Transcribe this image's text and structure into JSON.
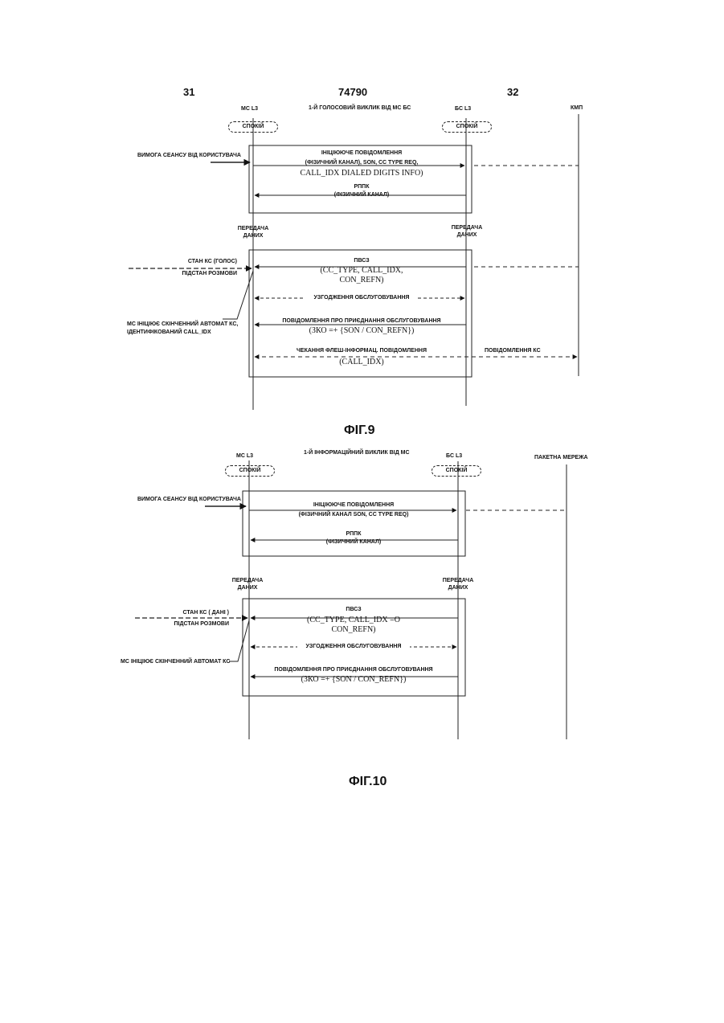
{
  "header": {
    "left_page": "31",
    "patent_number": "74790",
    "right_page": "32"
  },
  "fig9": {
    "title": "1-Й ГОЛОСОВИЙ ВИКЛИК ВІД МС БС",
    "caption": "ФІГ.9",
    "ms_label": "МС L3",
    "bs_label": "БС L3",
    "kmp_label": "КМП",
    "idle": "СПОКІЙ",
    "data_state_1": "ПЕРЕДАЧА",
    "data_state_2": "ДАНИХ",
    "user_request": "ВИМОГА СЕАНСУ ВІД КОРИСТУВАЧА",
    "origination_title": "ІНІЦІЮЮЧЕ ПОВІДОМЛЕННЯ",
    "origination_line1": "(ФІЗИЧНИЙ КАНАЛ), SON, CC TYPE REQ,",
    "origination_line2": "CALL_IDX DIALED DIGITS INFO)",
    "ack_title": "РППК",
    "ack_channel": "(ФІЗИЧНИЙ КАНАЛ)",
    "ms_state": "СТАН КС (ГОЛОС)",
    "ms_substate": "ПІДСТАН РОЗМОВИ",
    "assign_title": "ПВСЗ",
    "assign_line1": "(CC_TYPE, CALL_IDX,",
    "assign_line2": "CON_REFN)",
    "negotiation": "УЗГОДЖЕННЯ ОБСЛУГОВУВАННЯ",
    "connect_title": "ПОВІДОМЛЕННЯ ПРО ПРИЄДНАННЯ ОБСЛУГОВУВАННЯ",
    "connect_params": "(ЗКО =+ {SON / CON_REFN})",
    "ms_init_1": "МС ІНІЦІЮЄ СКІНЧЕННИЙ АВТОМАТ КС,",
    "ms_init_2": "ІДЕНТИФІКОВАНИЙ CALL_IDX",
    "flash_title": "ЧЕКАННЯ ФЛЕШ-ІНФОРМАЦ. ПОВІДОМЛЕННЯ",
    "flash_params": "(CALL_IDX)",
    "kc_message": "ПОВІДОМЛЕННЯ КС"
  },
  "fig10": {
    "title": "1-Й ІНФОРМАЦІЙНИЙ ВИКЛИК ВІД МС",
    "caption": "ФІГ.10",
    "ms_label": "МС L3",
    "bs_label": "БС L3",
    "packet_label": "ПАКЕТНА МЕРЕЖА",
    "idle": "СПОКІЙ",
    "data_state_1": "ПЕРЕДАЧА",
    "data_state_2": "ДАНИХ",
    "user_request": "ВИМОГА СЕАНСУ ВІД КОРИСТУВАЧА",
    "origination_title": "ІНІЦІЮЮЧЕ ПОВІДОМЛЕННЯ",
    "origination_line1": "(ФІЗИЧНИЙ КАНАЛ SON, CC TYPE REQ)",
    "ack_title": "РППК",
    "ack_channel": "(ФІЗИЧНИЙ КАНАЛ)",
    "ms_state": "СТАН КС ( ДАНІ )",
    "ms_substate": "ПІДСТАН РОЗМОВИ",
    "assign_title": "ПВСЗ",
    "assign_line1": "(CC_TYPE, CALL_IDX =O",
    "assign_line2": "CON_REFN)",
    "negotiation": "УЗГОДЖЕННЯ ОБСЛУГОВУВАННЯ",
    "ms_init": "МС ІНІЦІЮЄ СКІНЧЕННИЙ АВТОМАТ КС",
    "connect_title": "ПОВІДОМЛЕННЯ ПРО ПРИЄДНАННЯ ОБСЛУГОВУВАННЯ",
    "connect_params": "(ЗКО =+ {SON / CON_REFN})"
  }
}
